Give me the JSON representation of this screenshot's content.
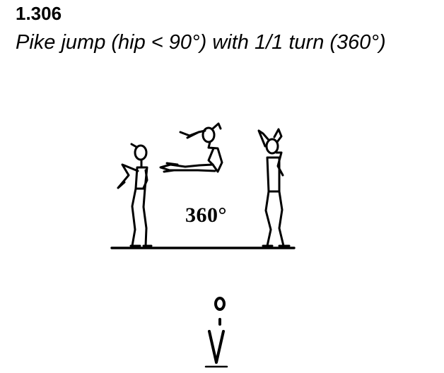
{
  "element": {
    "number": "1.306",
    "description": "Pike jump (hip < 90°) with 1/1 turn (360°)"
  },
  "illustration": {
    "rotation_label": "360°",
    "figures": [
      "standing-gymnast",
      "pike-jump-gymnast",
      "landing-gymnast"
    ]
  },
  "symbol": {
    "name": "pike-jump-full-turn-symbol"
  }
}
